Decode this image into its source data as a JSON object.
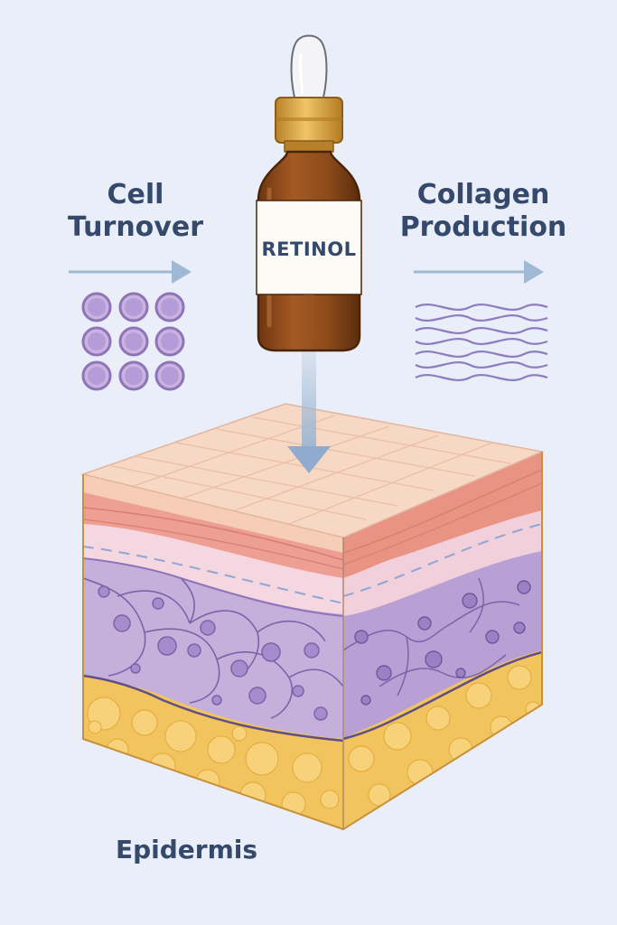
{
  "labels": {
    "cell_turnover": "Cell\nTurnover",
    "collagen_production": "Collagen\nProduction",
    "epidermis": "Epidermis"
  },
  "bottle": {
    "label": "RETINOL"
  },
  "colors": {
    "background": "#e9eef8",
    "text": "#34496b",
    "arrow": "#9fb8d4",
    "cell_fill": "#c9b3e0",
    "cell_stroke": "#8f74b8",
    "fiber": "#8f7cc0",
    "bottle_glass": "#8a4a1a",
    "bottle_cap": "#d9a13d",
    "skin_top": "#f6d3be",
    "dermis_pink": "#ee9f93",
    "light_pink": "#f4d7e1",
    "purple_layer": "#c5b0dc",
    "fat_layer": "#f2c45e"
  },
  "icons": [
    "cell-grid-icon",
    "collagen-fibers-icon",
    "down-arrow-icon",
    "right-arrow-icon"
  ]
}
